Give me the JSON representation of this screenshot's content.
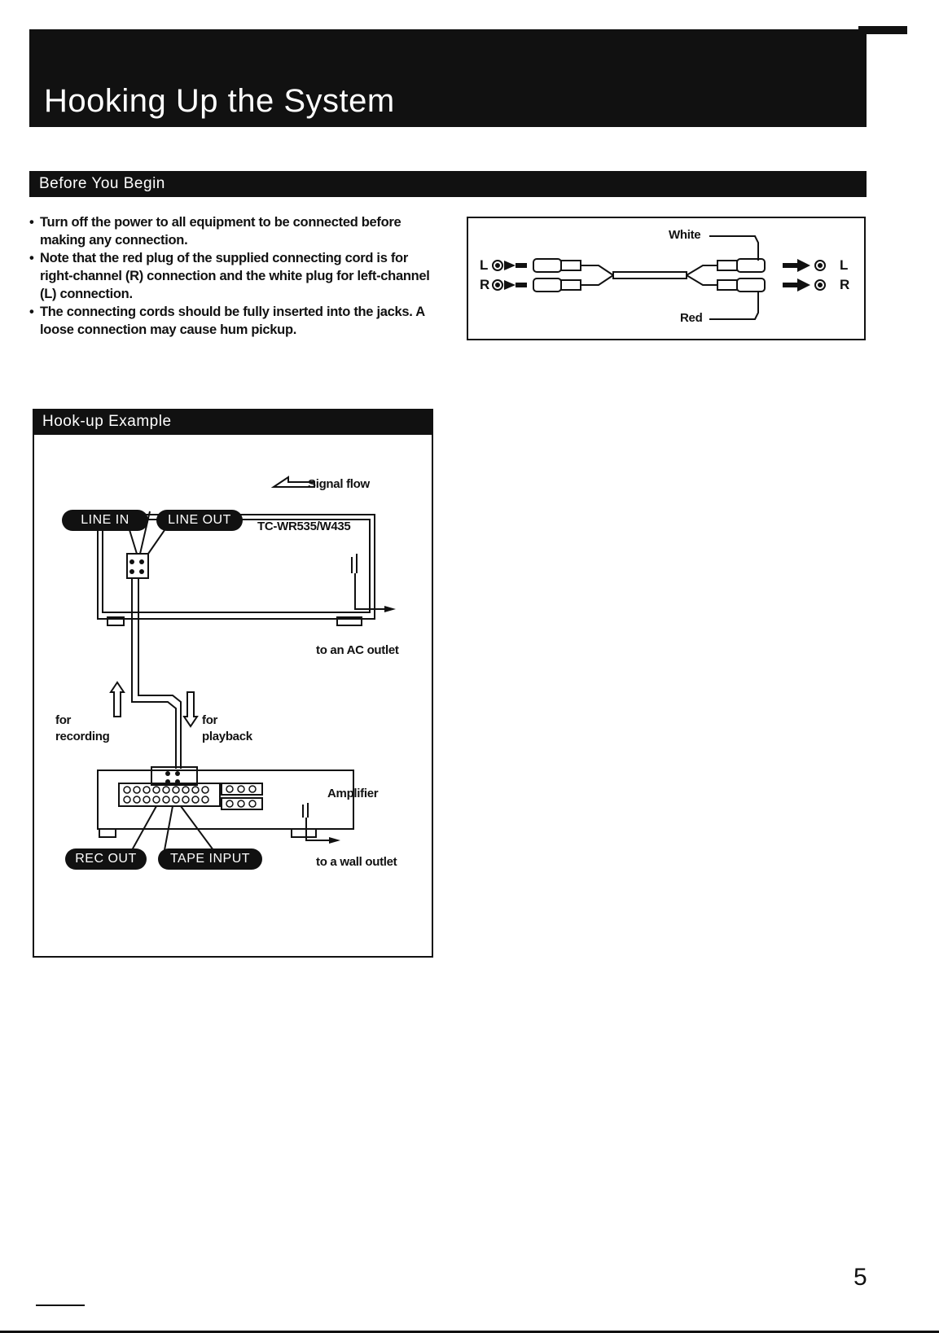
{
  "header": {
    "title": "Hooking Up the System"
  },
  "before_you_begin": {
    "heading": "Before You Begin",
    "bullets": [
      "Turn off the power to all equipment to be connected before making any connection.",
      "Note that the red plug of the supplied connecting cord is for right-channel (R) connection and the white plug for left-channel (L) connection.",
      "The connecting cords should be fully inserted into the jacks. A loose connection may cause hum pickup."
    ],
    "bullet_symbol": "•",
    "cord_diagram": {
      "white_label": "White",
      "red_label": "Red",
      "left_channel": "L",
      "right_channel": "R"
    }
  },
  "hookup_example": {
    "heading": "Hook-up Example",
    "signal_flow_label": "Signal flow",
    "deck_model": "TC-WR535/W435",
    "line_in": "LINE IN",
    "line_out": "LINE OUT",
    "to_ac_outlet": "to an AC outlet",
    "for_recording_1": "for",
    "for_recording_2": "recording",
    "for_playback_1": "for",
    "for_playback_2": "playback",
    "amplifier": "Amplifier",
    "rec_out": "REC OUT",
    "tape_input": "TAPE INPUT",
    "to_wall_outlet": "to a wall outlet"
  },
  "page_number": "5"
}
